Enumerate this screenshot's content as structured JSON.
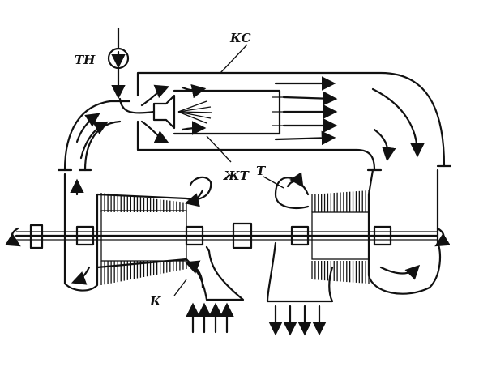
{
  "diagram": {
    "labels": {
      "fuel_pump": "ТН",
      "combustion_chamber": "КС",
      "flame_tube": "ЖТ",
      "turbine": "Т",
      "compressor": "К"
    }
  }
}
